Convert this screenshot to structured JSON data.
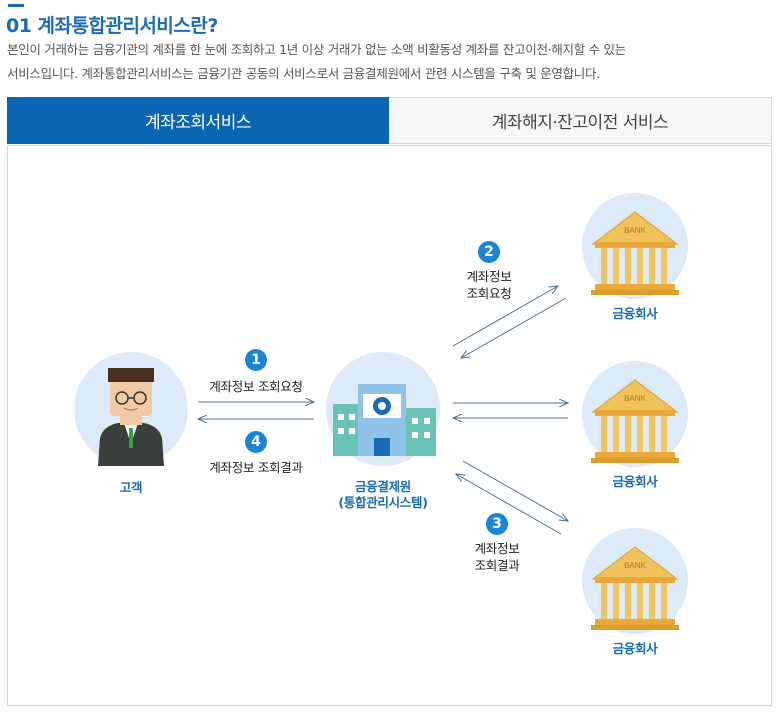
{
  "header": {
    "title": "01 계좌통합관리서비스란?",
    "desc_line1": "본인이 거래하는 금융기관의 계좌를 한 눈에 조회하고 1년 이상 거래가 없는 소액 비활동성 계좌를 잔고이전·해지할 수 있는",
    "desc_line2": "서비스입니다. 계좌통합관리서비스는 금융기관 공동의 서비스로서 금융결제원에서 관련 시스템을 구축 및 운영합니다."
  },
  "tabs": [
    {
      "label": "계좌조회서비스",
      "active": true
    },
    {
      "label": "계좌해지·잔고이전 서비스",
      "active": false
    }
  ],
  "diagram": {
    "customer_label": "고객",
    "center_label_1": "금융결제원",
    "center_label_2": "(통합관리시스템)",
    "bank_label": "금융회사",
    "bank_sign": "BANK",
    "steps": [
      {
        "num": "1",
        "text": "계좌정보 조회요청"
      },
      {
        "num": "2",
        "line1": "계좌정보",
        "line2": "조회요청"
      },
      {
        "num": "3",
        "line1": "계좌정보",
        "line2": "조회결과"
      },
      {
        "num": "4",
        "text": "계좌정보 조회결과"
      }
    ]
  },
  "colors": {
    "brand": "#1a6bb5",
    "tab_active": "#0a66b2",
    "circle_bg": "#dcebf7",
    "step_badge": "#1a85d6",
    "arrow": "#4d6f8f"
  }
}
